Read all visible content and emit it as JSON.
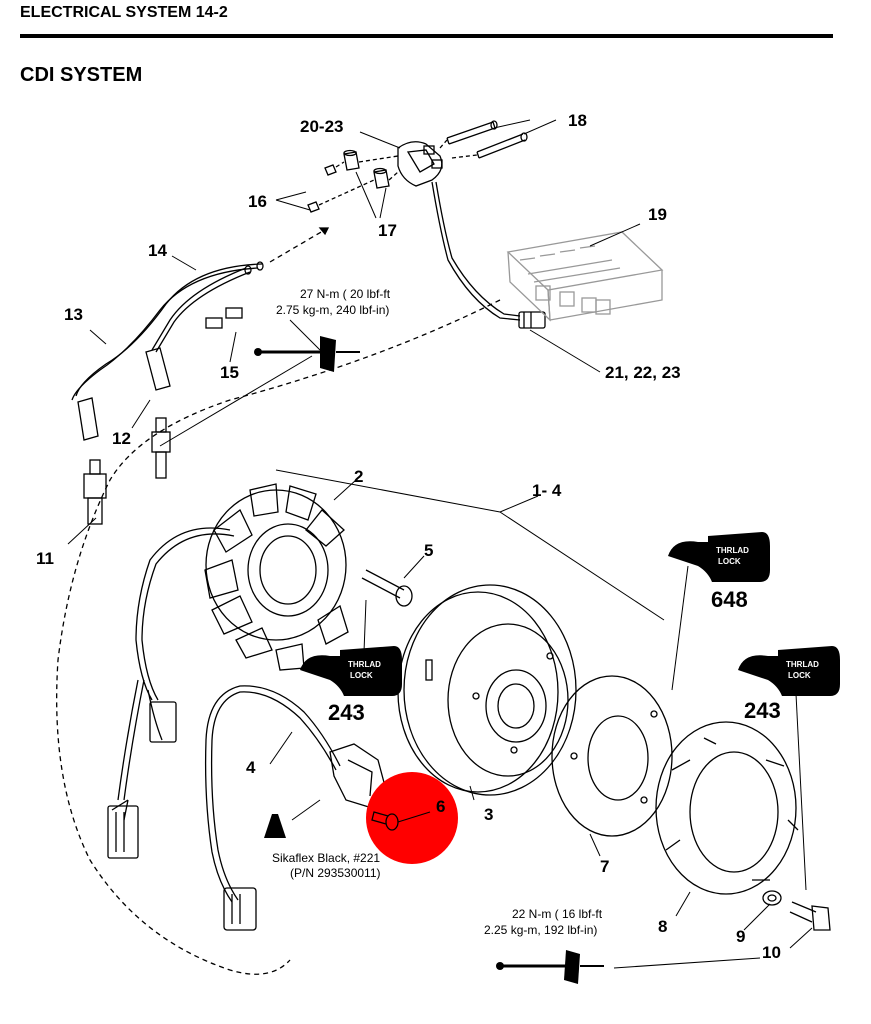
{
  "header": {
    "section": "ELECTRICAL SYSTEM 14-2"
  },
  "page": {
    "title": "CDI SYSTEM"
  },
  "callouts": {
    "c1_4": "1- 4",
    "c2": "2",
    "c3": "3",
    "c4": "4",
    "c5": "5",
    "c6": "6",
    "c7": "7",
    "c8": "8",
    "c9": "9",
    "c10": "10",
    "c11": "11",
    "c12": "12",
    "c13": "13",
    "c14": "14",
    "c15": "15",
    "c16": "16",
    "c17": "17",
    "c18": "18",
    "c19": "19",
    "c20_23": "20-23",
    "c21_22_23": "21, 22, 23"
  },
  "torque_spark_plug": {
    "line1": "27 N-m ( 20 lbf-ft",
    "line2": "2.75 kg-m, 240 lbf-in)"
  },
  "torque_bolt": {
    "line1": "22 N-m ( 16 lbf-ft",
    "line2": "2.25 kg-m, 192 lbf-in)"
  },
  "sealant": {
    "line1": "Sikaflex Black, #221",
    "line2": "(P/N 293530011)"
  },
  "threadlock": {
    "label_line1": "THRLAD",
    "label_line2": "LOCK",
    "stator_screw_number": "243",
    "flywheel_number": "648",
    "bolt_number": "243"
  },
  "highlight": {
    "color": "#ff0000"
  }
}
